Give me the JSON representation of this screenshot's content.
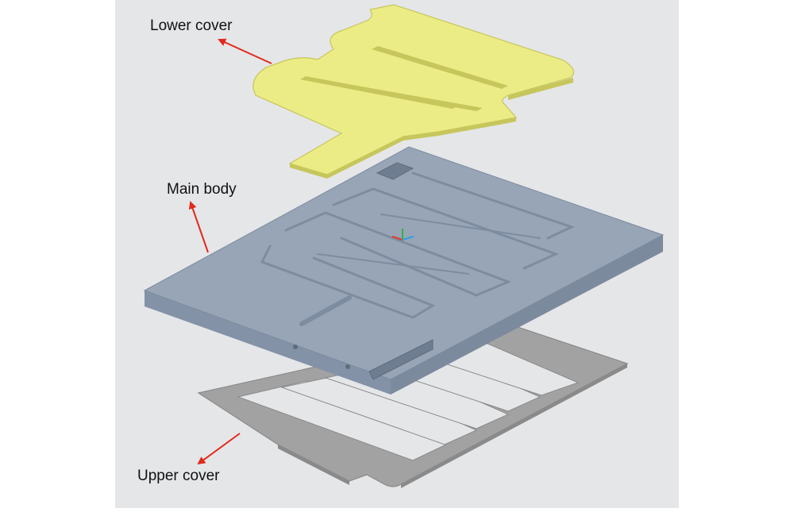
{
  "labels": {
    "lower_cover": "Lower cover",
    "main_body": "Main body",
    "upper_cover": "Upper cover"
  },
  "colors": {
    "viewport_background": "#e5e6e8",
    "page_margin": "#ffffff",
    "lower_cover": "#ecec86",
    "lower_cover_edge": "#c6c65c",
    "main_body_top": "#97a5b7",
    "main_body_front": "#8392a6",
    "main_body_side": "#7c8a9d",
    "main_body_groove": "#7e8ca0",
    "upper_cover": "#a2a2a2",
    "upper_cover_edge": "#8a8a8a",
    "arrow": "#e2291c",
    "label_text": "#111111"
  },
  "axis_triad": {
    "x": "#e23a2a",
    "y": "#2fb14a",
    "z": "#2f9fd9"
  }
}
